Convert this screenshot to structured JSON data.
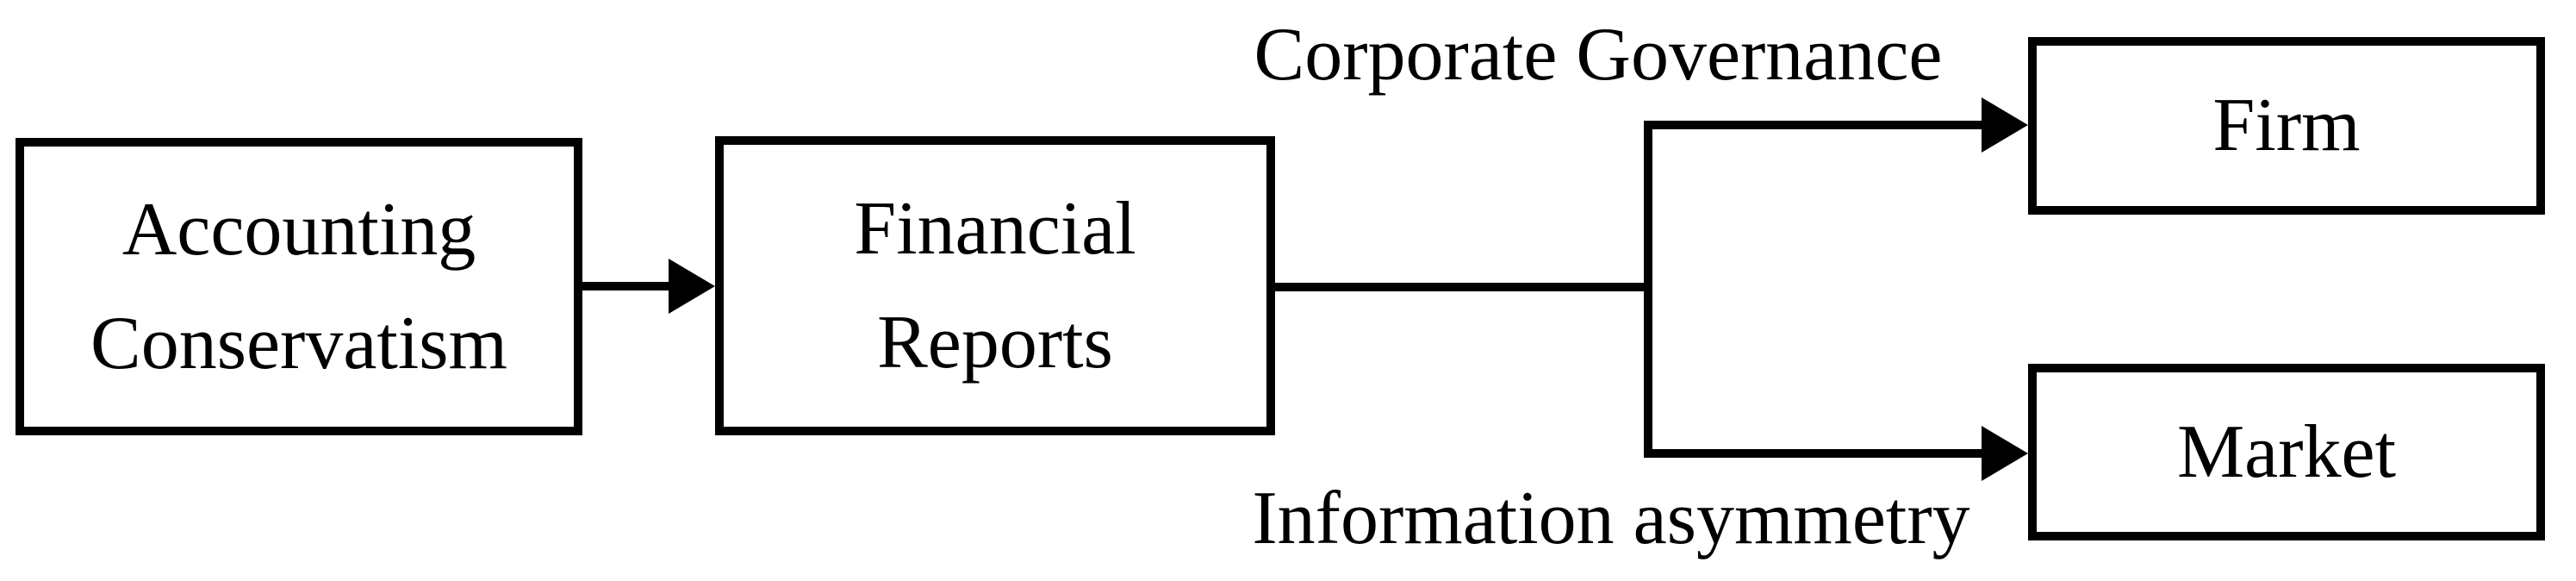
{
  "figure": {
    "background_color": "#ffffff",
    "line_color": "#000000"
  },
  "nodes": {
    "accounting_conservatism": {
      "line1": "Accounting",
      "line2": "Conservatism"
    },
    "financial_reports": {
      "line1": "Financial",
      "line2": "Reports"
    },
    "firm": {
      "label": "Firm"
    },
    "market": {
      "label": "Market"
    }
  },
  "edge_labels": {
    "corporate_governance": "Corporate Governance",
    "information_asymmetry": "Information asymmetry"
  }
}
